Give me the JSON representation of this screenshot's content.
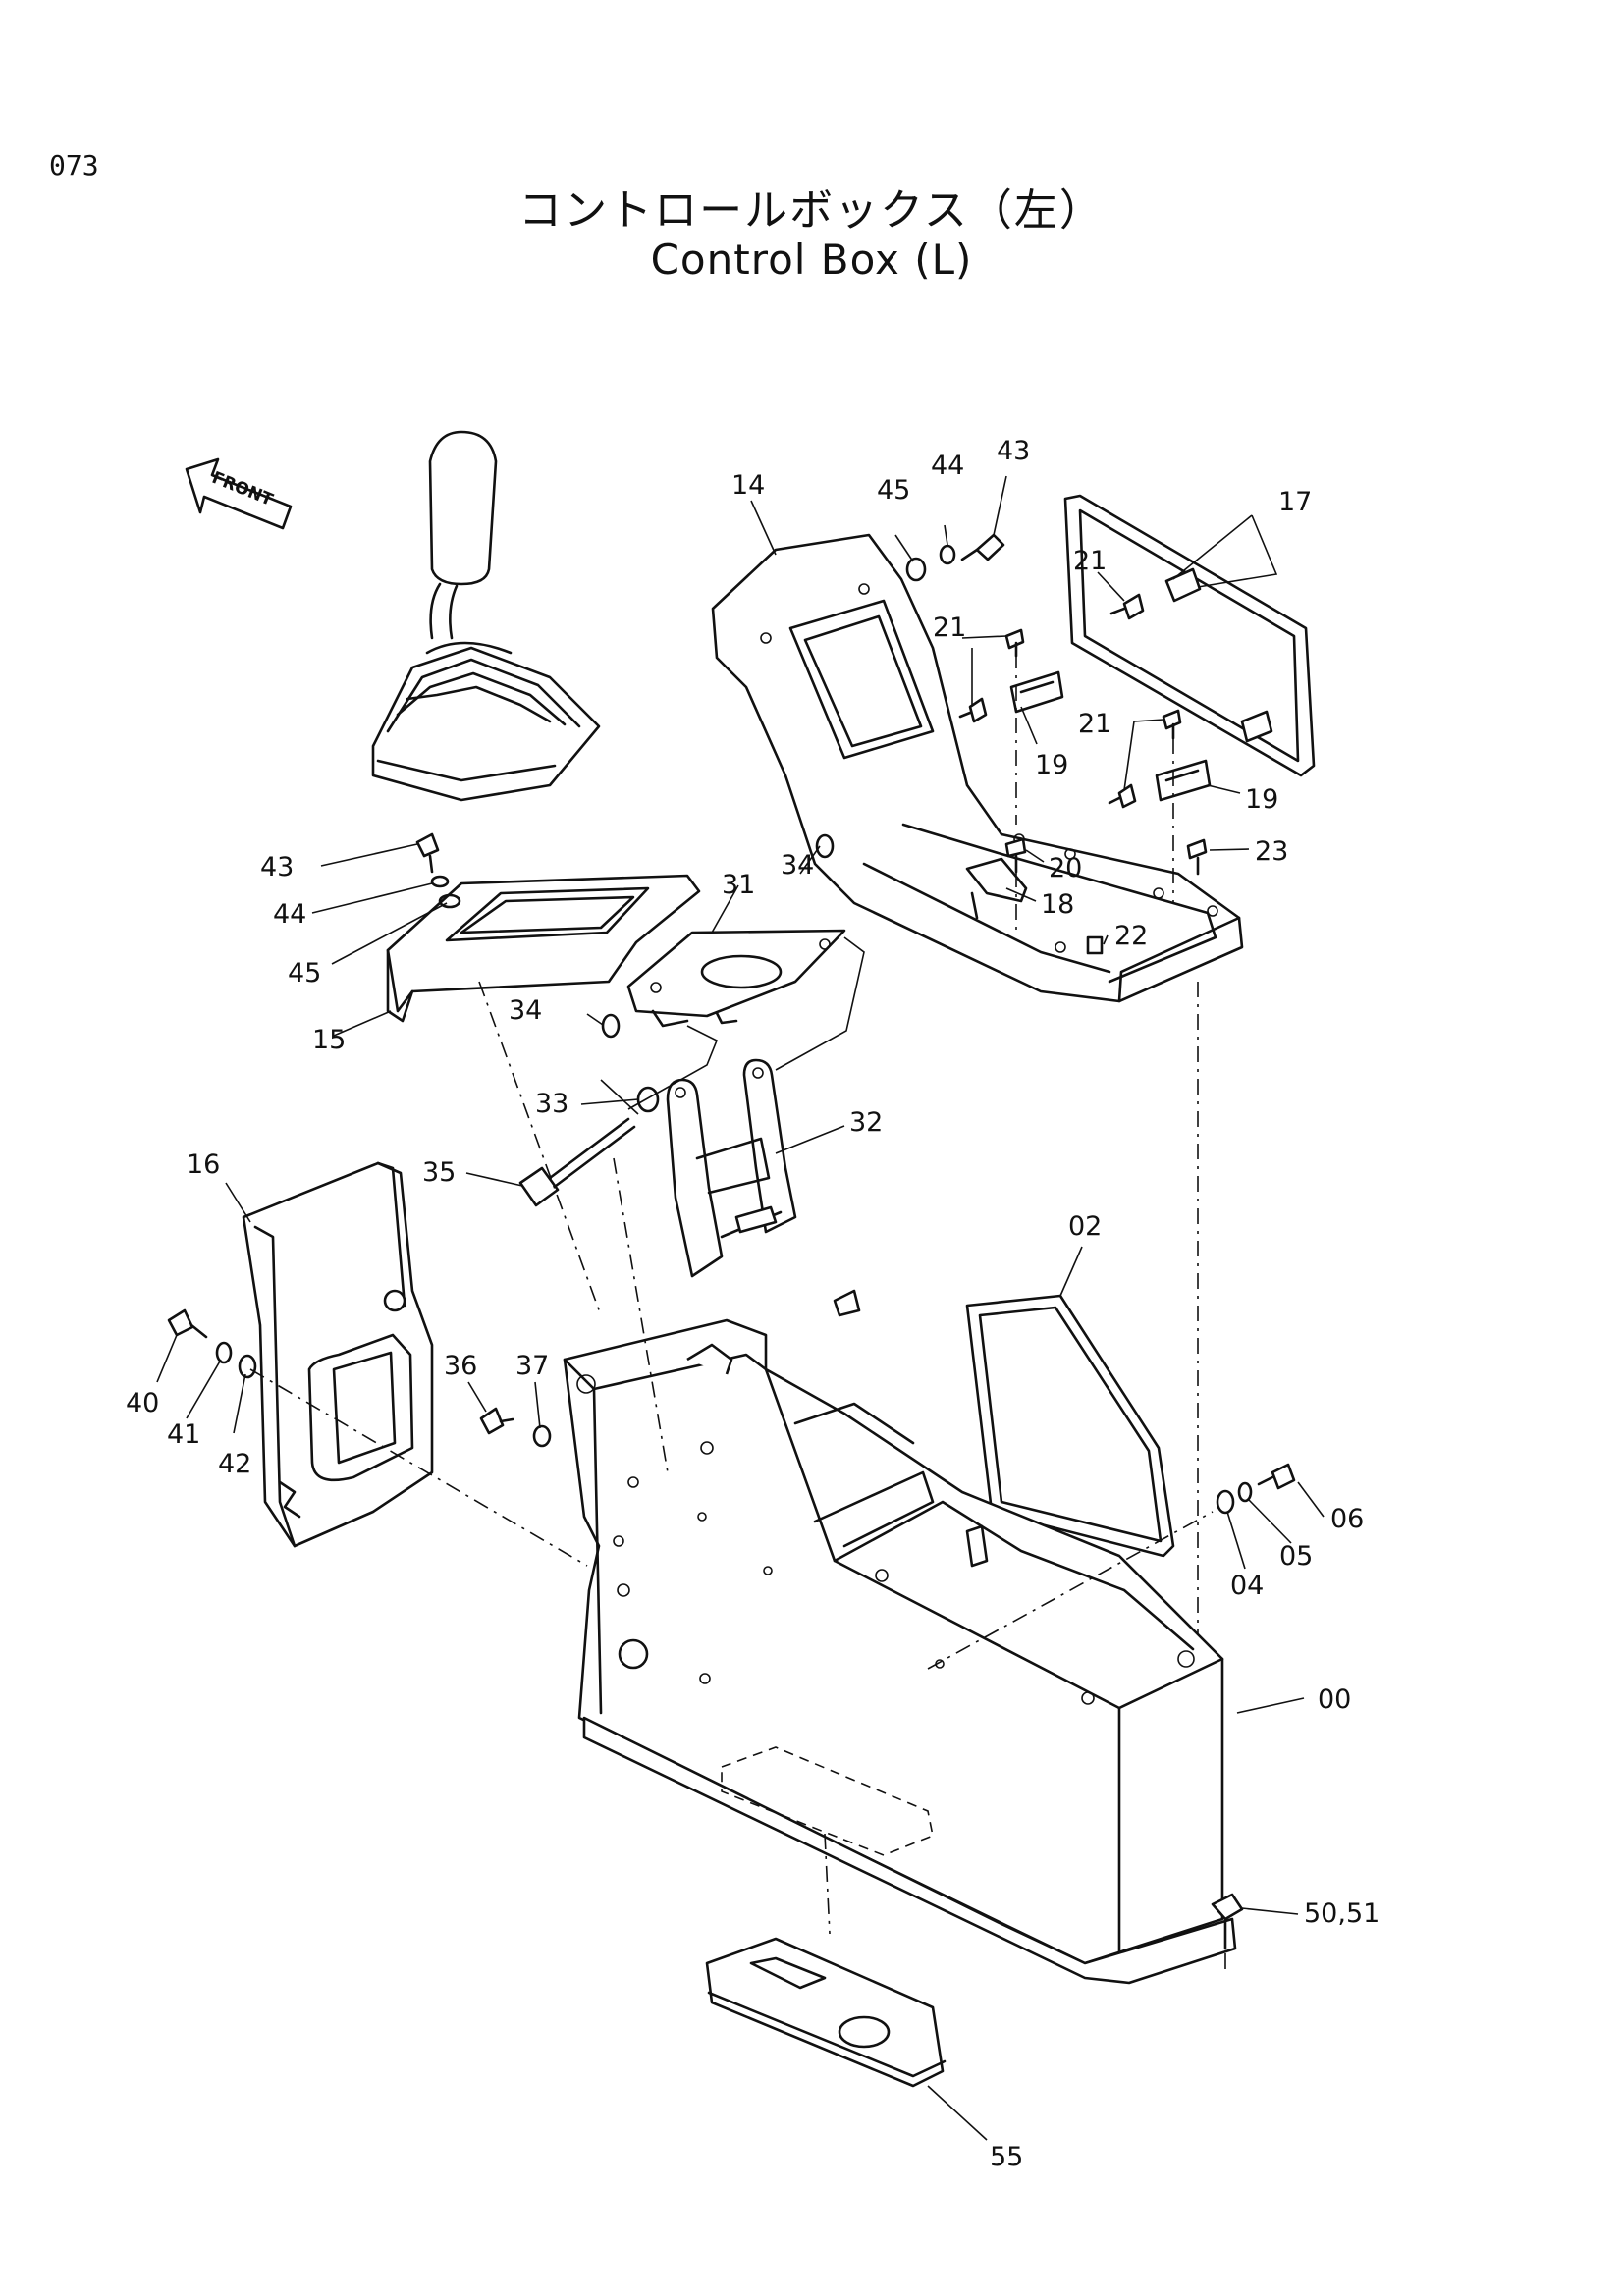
{
  "page_number": "073",
  "title_jp": "コントロールボックス（左）",
  "title_en": "Control Box (L)",
  "front_label": "FRONT",
  "callouts": [
    "00",
    "02",
    "04",
    "05",
    "06",
    "14",
    "15",
    "16",
    "17",
    "18",
    "19",
    "19",
    "20",
    "21",
    "21",
    "21",
    "22",
    "23",
    "31",
    "32",
    "33",
    "34",
    "34",
    "35",
    "36",
    "37",
    "40",
    "41",
    "42",
    "43",
    "43",
    "44",
    "44",
    "45",
    "45",
    "50,51",
    "55"
  ]
}
